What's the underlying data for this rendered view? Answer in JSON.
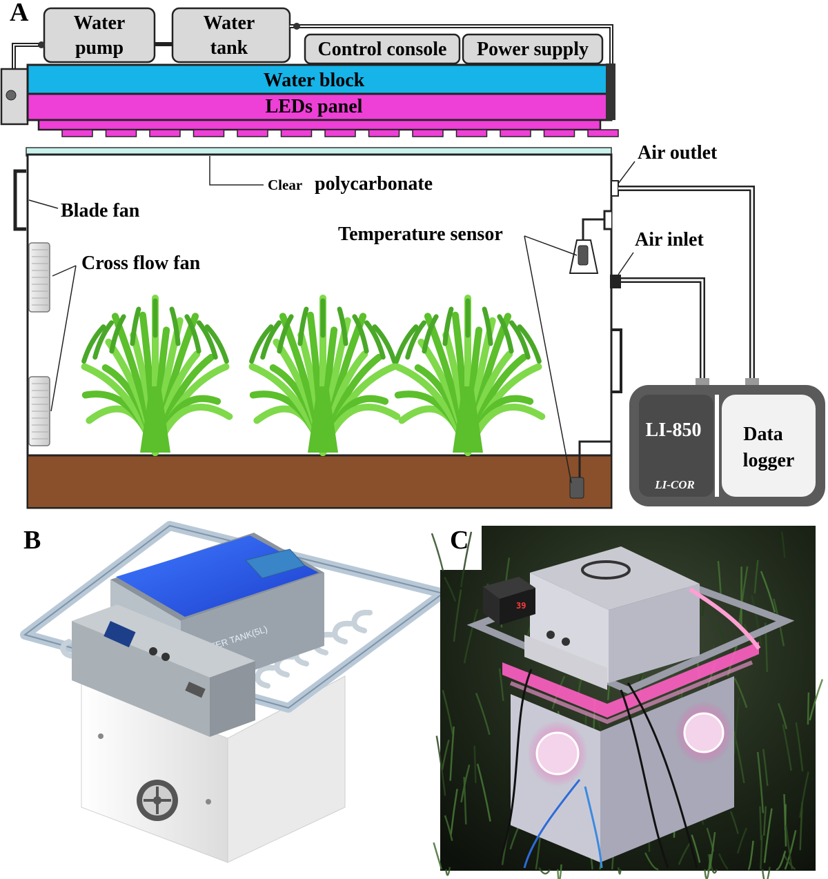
{
  "panel_a": {
    "letter": "A",
    "water_pump": [
      "Water",
      "pump"
    ],
    "water_tank": [
      "Water",
      "tank"
    ],
    "control_console": "Control console",
    "power_supply": "Power supply",
    "water_block": "Water block",
    "leds_panel": "LEDs panel",
    "clear_polycarbonate_small": "Clear",
    "clear_polycarbonate_big": "polycarbonate",
    "blade_fan": "Blade fan",
    "cross_flow_fan": "Cross flow fan",
    "temperature_sensor": "Temperature sensor",
    "air_outlet": "Air outlet",
    "air_inlet": "Air inlet",
    "analyzer_model": "LI-850",
    "analyzer_brand": "LI-COR",
    "data_logger": [
      "Data",
      "logger"
    ]
  },
  "panel_b": {
    "letter": "B",
    "tank_label": "WATER TANK(5L)"
  },
  "panel_c": {
    "letter": "C",
    "display_reading": "39"
  },
  "colors": {
    "water_block": "#16b4e8",
    "leds_panel": "#ee3fd6",
    "soil": "#8a4f2b",
    "plant": "#6fcf3c",
    "analyzer_dark": "#4a4a4a",
    "box_gray": "#d9d9d9"
  }
}
